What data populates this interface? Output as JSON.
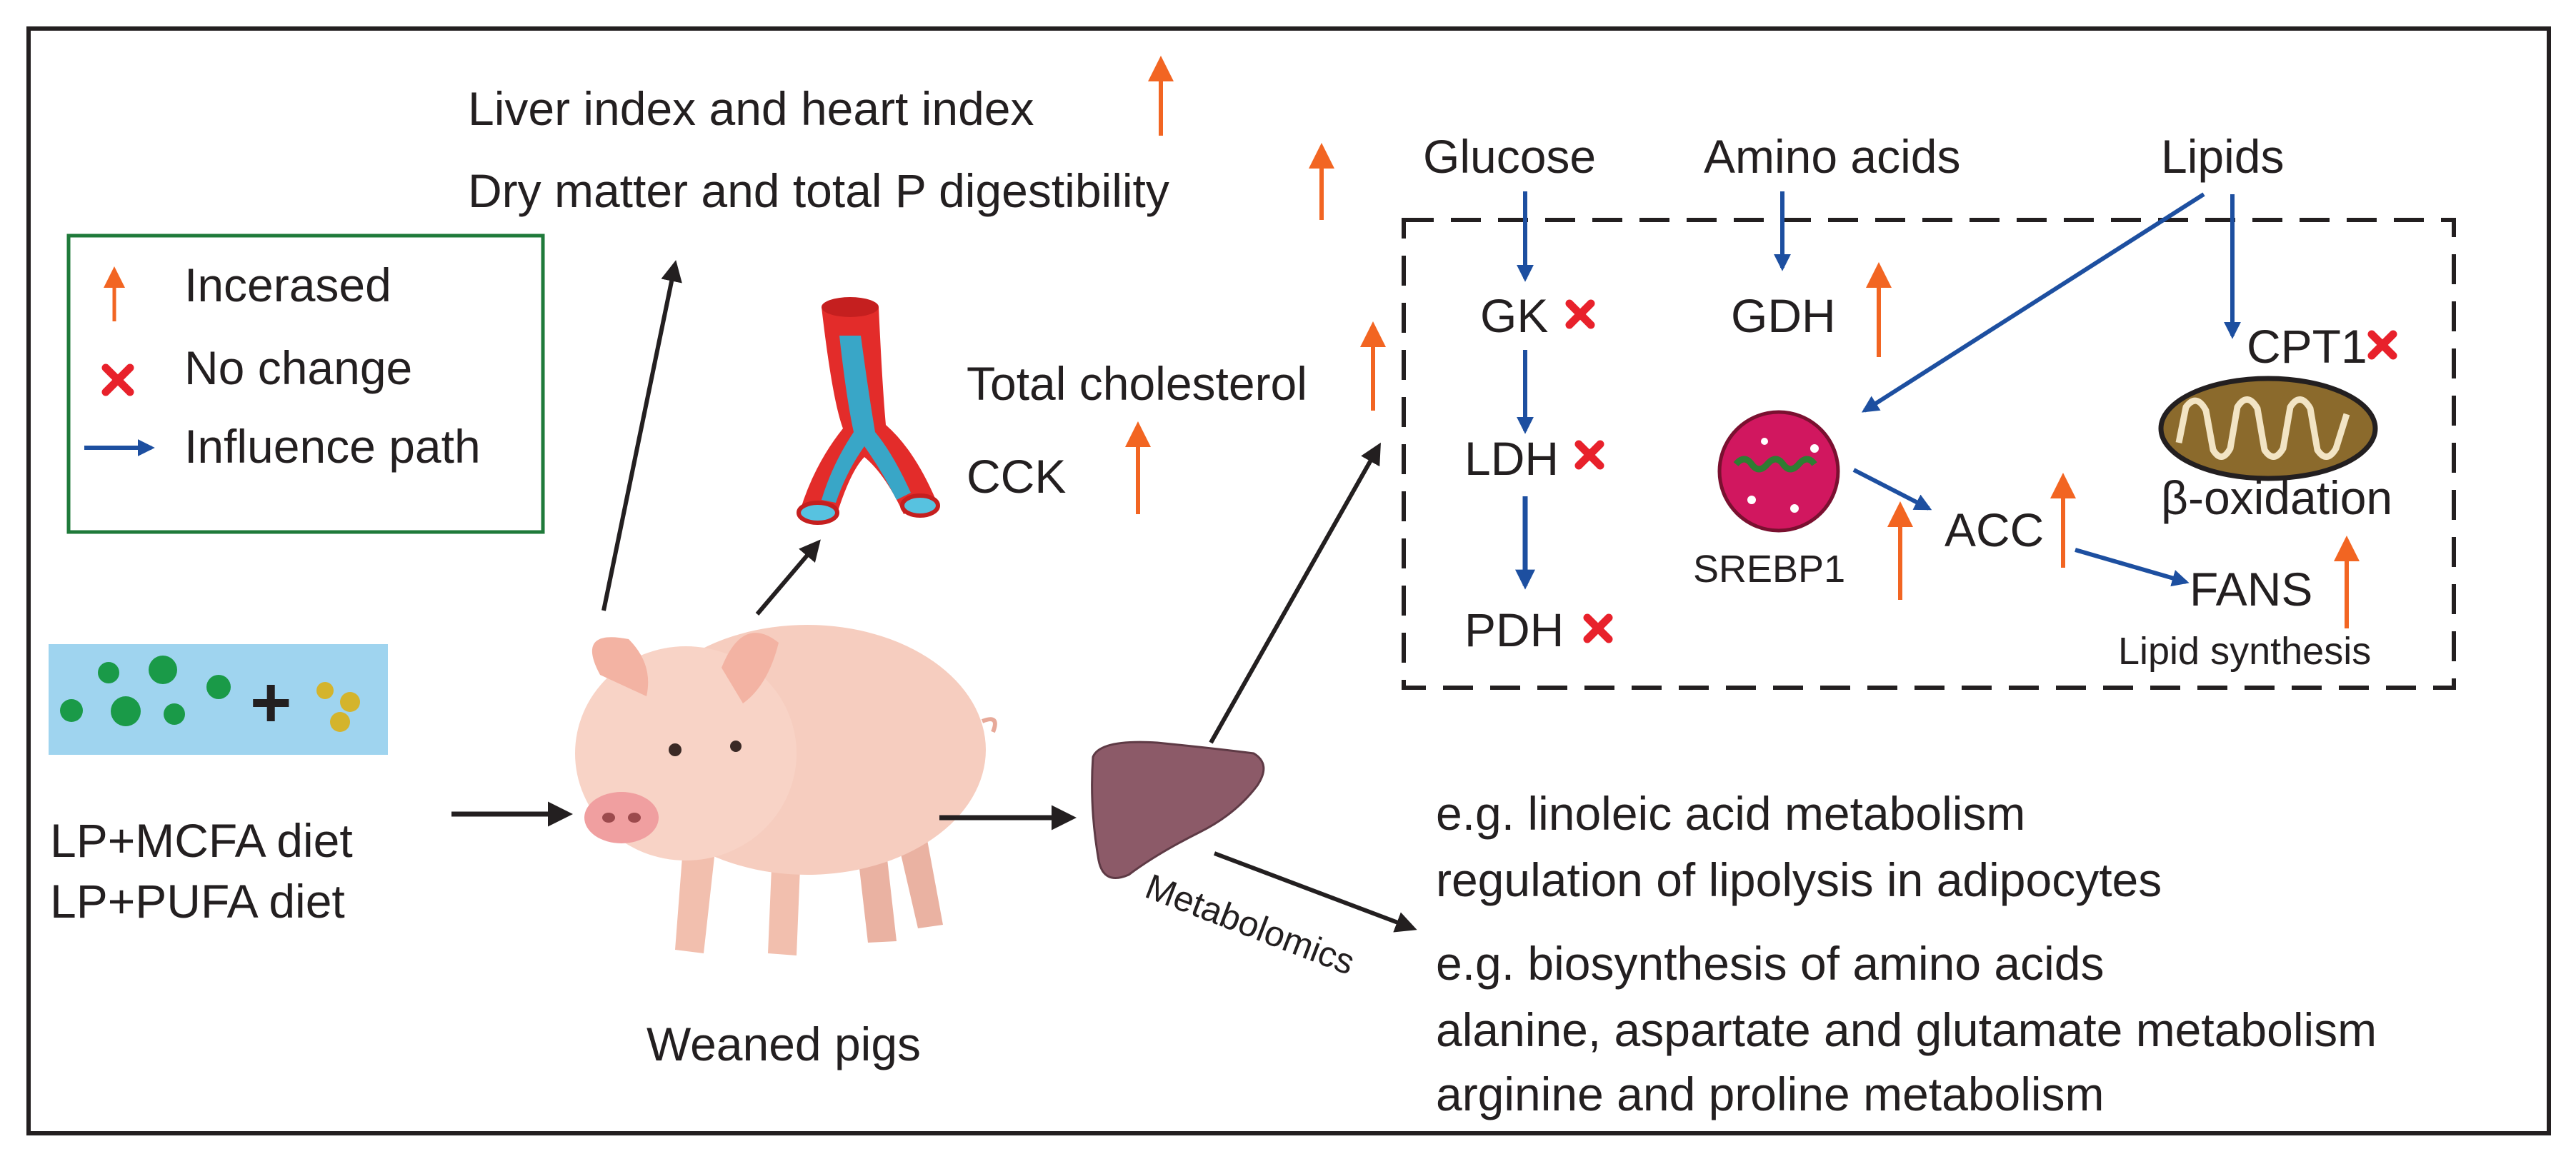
{
  "legend": {
    "increased": "Incerased",
    "no_change": "No change",
    "influence": "Influence path"
  },
  "diet": {
    "plus": "+",
    "line1": "LP+MCFA diet",
    "line2": "LP+PUFA diet"
  },
  "pig_label": "Weaned pigs",
  "top_effects": {
    "line1": "Liver index and heart index",
    "line2": "Dry matter and total P digestibility"
  },
  "blood_effects": {
    "cholesterol": "Total cholesterol",
    "cck": "CCK"
  },
  "pathway": {
    "glucose": "Glucose",
    "amino_acids": "Amino acids",
    "lipids": "Lipids",
    "gk": "GK",
    "ldh": "LDH",
    "pdh": "PDH",
    "gdh": "GDH",
    "srebp1": "SREBP1",
    "acc": "ACC",
    "fans": "FANS",
    "lipid_synthesis": "Lipid synthesis",
    "cpt1": "CPT1",
    "beta_oxidation": "β-oxidation"
  },
  "metabolomics": {
    "label": "Metabolomics",
    "group1_line1": "e.g. linoleic acid metabolism",
    "group1_line2": "regulation of lipolysis in adipocytes",
    "group2_line1": "e.g. biosynthesis of amino acids",
    "group2_line2": "alanine, aspartate and glutamate metabolism",
    "group2_line3": "arginine and proline metabolism"
  },
  "colors": {
    "increase_arrow": "#f26522",
    "no_change_mark": "#e8212b",
    "influence_arrow": "#1d4fa0",
    "legend_border": "#1f7a3a",
    "liver": "#8c5a68",
    "srebp_fill": "#d1175f",
    "mito_fill": "#8b6a2c",
    "diet_bg": "#9fd4ef",
    "diet_dots_green": "#1a9a48",
    "diet_dots_yellow": "#d4b42c"
  }
}
